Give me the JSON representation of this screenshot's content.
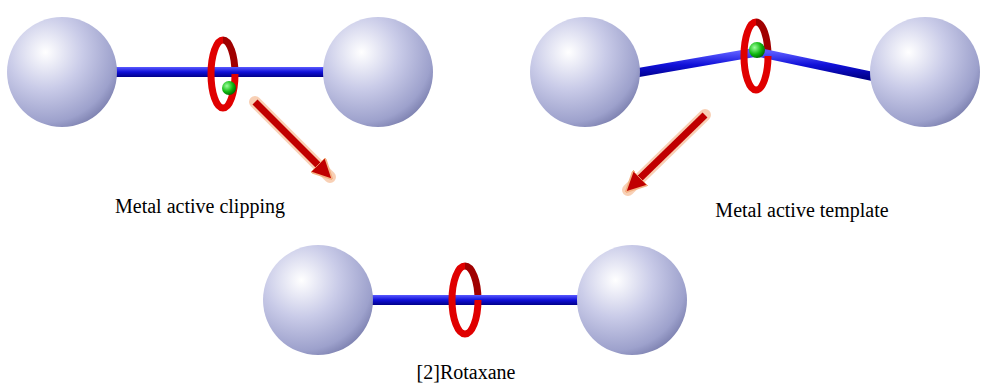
{
  "diagram": {
    "labels": [
      "Metal active clipping",
      "Metal active template",
      "[2]Rotaxane"
    ]
  }
}
